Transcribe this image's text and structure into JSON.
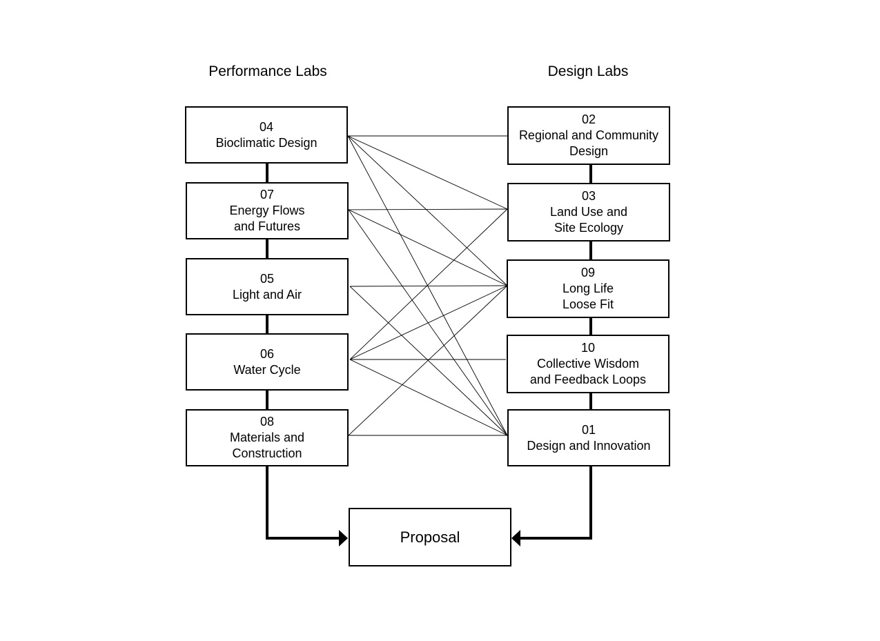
{
  "headings": {
    "performance": "Performance Labs",
    "design": "Design Labs"
  },
  "performance_labs": [
    {
      "id": "04",
      "lines": [
        "04",
        "Bioclimatic Design"
      ]
    },
    {
      "id": "07",
      "lines": [
        "07",
        "Energy Flows",
        "and Futures"
      ]
    },
    {
      "id": "05",
      "lines": [
        "05",
        "Light and Air"
      ]
    },
    {
      "id": "06",
      "lines": [
        "06",
        "Water Cycle"
      ]
    },
    {
      "id": "08",
      "lines": [
        "08",
        "Materials and",
        "Construction"
      ]
    }
  ],
  "design_labs": [
    {
      "id": "02",
      "lines": [
        "02",
        "Regional and Community",
        "Design"
      ]
    },
    {
      "id": "03",
      "lines": [
        "03",
        "Land Use and",
        "Site Ecology"
      ]
    },
    {
      "id": "09",
      "lines": [
        "09",
        "Long Life",
        "Loose Fit"
      ]
    },
    {
      "id": "10",
      "lines": [
        "10",
        "Collective Wisdom",
        "and Feedback Loops"
      ]
    },
    {
      "id": "01",
      "lines": [
        "01",
        "Design and Innovation"
      ]
    }
  ],
  "proposal": {
    "label": "Proposal"
  },
  "connections": [
    [
      "04",
      "02"
    ],
    [
      "04",
      "03"
    ],
    [
      "04",
      "09"
    ],
    [
      "04",
      "01"
    ],
    [
      "04",
      "01"
    ],
    [
      "07",
      "03"
    ],
    [
      "07",
      "09"
    ],
    [
      "07",
      "01"
    ],
    [
      "05",
      "09"
    ],
    [
      "05",
      "01"
    ],
    [
      "06",
      "03"
    ],
    [
      "06",
      "09"
    ],
    [
      "06",
      "10"
    ],
    [
      "06",
      "01"
    ],
    [
      "08",
      "09"
    ],
    [
      "08",
      "01"
    ]
  ],
  "colors": {
    "line": "#000000",
    "background": "#ffffff"
  }
}
